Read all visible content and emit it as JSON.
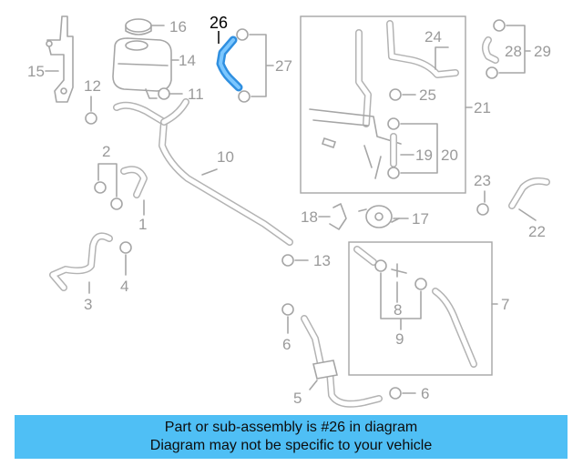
{
  "diagram": {
    "highlight_color": "#2f8fe0",
    "line_color": "#a6a6a6",
    "labels": {
      "l1": "1",
      "l2": "2",
      "l3": "3",
      "l4": "4",
      "l5": "5",
      "l6a": "6",
      "l6b": "6",
      "l7": "7",
      "l8": "8",
      "l9": "9",
      "l10": "10",
      "l11": "11",
      "l12": "12",
      "l13": "13",
      "l14": "14",
      "l15": "15",
      "l16": "16",
      "l17": "17",
      "l18": "18",
      "l19": "19",
      "l20": "20",
      "l21": "21",
      "l22": "22",
      "l23": "23",
      "l24": "24",
      "l25": "25",
      "l26": "26",
      "l27": "27",
      "l28": "28",
      "l29": "29"
    }
  },
  "banner": {
    "background": "#4fbff5",
    "line1": "Part or sub-assembly is #26 in diagram",
    "line2": "Diagram may not be specific to your vehicle"
  }
}
